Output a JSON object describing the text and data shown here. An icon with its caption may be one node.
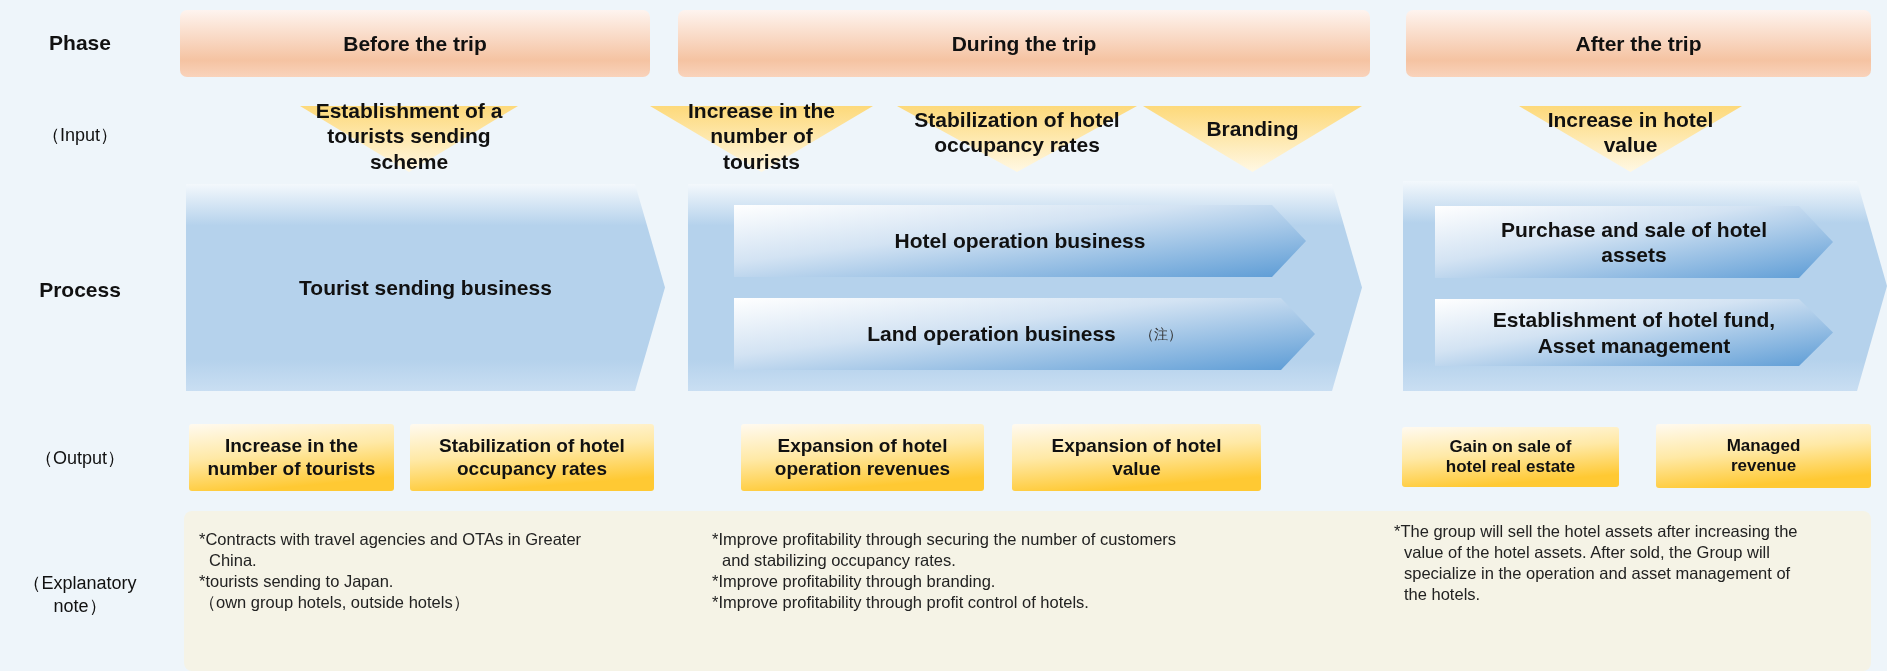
{
  "diagram": {
    "nodes": [
      {
        "text": [
          "Before the trip"
        ]
      },
      {
        "text": [
          "During the trip"
        ]
      },
      {
        "text": [
          "After the trip"
        ]
      },
      {
        "text": [
          "Establishment of a tourists sending scheme"
        ]
      },
      {
        "text": [
          "Increase in the number of tourists"
        ]
      },
      {
        "text": [
          "Stabilization of hotel occupancy rates"
        ]
      },
      {
        "text": [
          "Branding"
        ]
      },
      {
        "text": [
          "Increase in hotel value"
        ]
      },
      {
        "text": [
          "Tourist sending business"
        ]
      },
      {
        "text": [],
        "shape": "chevron"
      },
      {
        "text": [
          "Hotel operation business"
        ],
        "in": 9
      },
      {
        "text": [
          "Land operation business",
          "（注）"
        ],
        "in": 9
      },
      {
        "text": [],
        "shape": "chevron"
      },
      {
        "text": [
          "Purchase and sale of hotel assets"
        ],
        "in": 12
      },
      {
        "text": [
          "Establishment of hotel fund, Asset management"
        ],
        "in": 12
      },
      {
        "text": [
          "Increase in the number of tourists"
        ]
      },
      {
        "text": [
          "Stabilization of hotel occupancy rates"
        ]
      },
      {
        "text": [
          "Expansion of hotel operation revenues"
        ]
      },
      {
        "text": [
          "Expansion of hotel value"
        ]
      },
      {
        "text": [
          "Gain on sale of hotel real estate"
        ]
      },
      {
        "text": [
          "Managed revenue"
        ]
      },
      {
        "text": [
          "*Contracts with travel agencies and OTAs in Greater China.",
          "*tourists sending to Japan.",
          "（own group hotels, outside hotels）",
          "*Improve profitability through securing the number of customers and stabilizing occupancy rates.",
          "*Improve profitability through branding.",
          "*Improve profitability through profit control of hotels.",
          "*The group will sell the hotel assets after increasing the value of the hotel assets. After sold, the Group will specialize in the operation and asset management of the hotels."
        ]
      }
    ],
    "labels": [
      "Phase",
      "（Input）",
      "Process",
      "（Output）",
      "（Explanatory note）"
    ]
  }
}
